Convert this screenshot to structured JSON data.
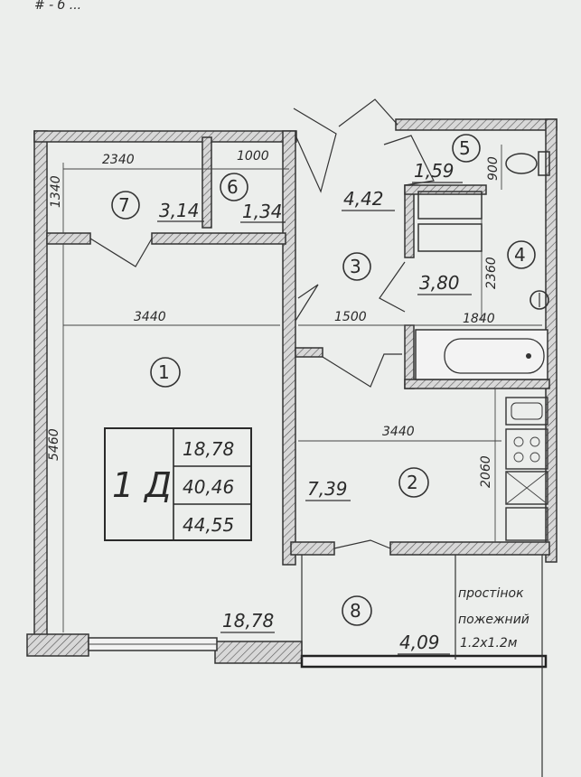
{
  "header_fragment": "# - б ...",
  "apartment": {
    "type": "1 Д",
    "living_area": "18,78",
    "total_area": "40,46",
    "total_with_balcony": "44,55"
  },
  "rooms": [
    {
      "num": "1",
      "area": "18,78"
    },
    {
      "num": "2",
      "area": "7,39"
    },
    {
      "num": "3",
      "area": "4,42"
    },
    {
      "num": "4",
      "area": "3,80"
    },
    {
      "num": "5",
      "area": "1,59"
    },
    {
      "num": "6",
      "area": "1,34"
    },
    {
      "num": "7",
      "area": "3,14"
    },
    {
      "num": "8",
      "area": "4,09"
    }
  ],
  "dimensions": {
    "d2340": "2340",
    "d1000": "1000",
    "d1340": "1340",
    "d3440_top": "3440",
    "d1500": "1500",
    "d1840": "1840",
    "d2360": "2360",
    "d900": "900",
    "d3440_kitchen": "3440",
    "d2060": "2060",
    "d5460": "5460"
  },
  "notes": {
    "wall_line1": "простінок",
    "wall_line2": "пожежний",
    "wall_line3": "1.2х1.2м"
  }
}
